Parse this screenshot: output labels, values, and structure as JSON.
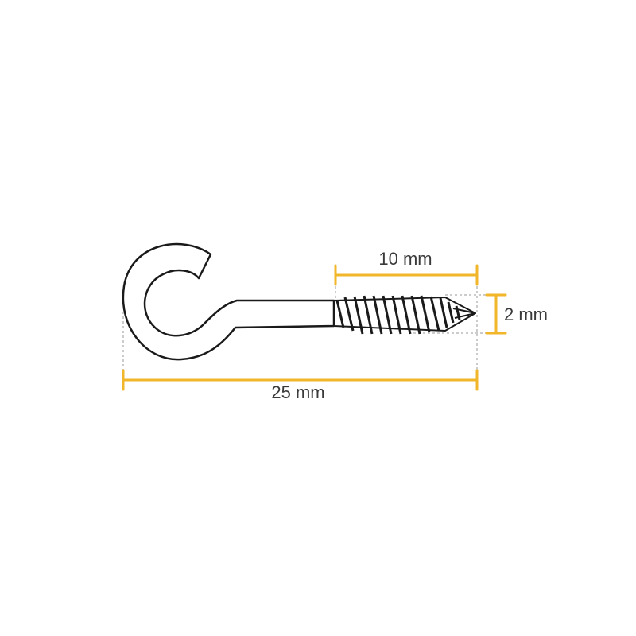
{
  "dimensions": {
    "thread_length": "10 mm",
    "diameter": "2 mm",
    "total_length": "25 mm"
  },
  "colors": {
    "dimension_line": "#f2b62a",
    "outline": "#1a1a1a",
    "guide": "#9a9a9a",
    "label": "#3a3a3a",
    "background": "#ffffff"
  }
}
